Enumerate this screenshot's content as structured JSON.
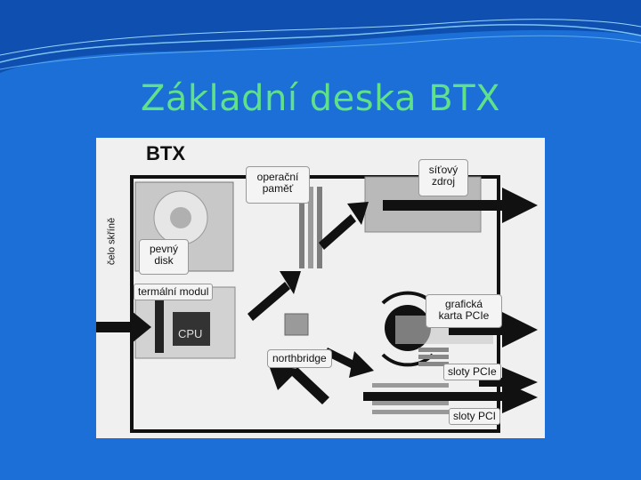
{
  "slide": {
    "title": "Základní deska BTX",
    "colors": {
      "background": "#1c6fd6",
      "title": "#5fe08a"
    }
  },
  "diagram": {
    "heading": "BTX",
    "labels": {
      "operacni_pamet_line1": "operační",
      "operacni_pamet_line2": "paměť",
      "sitovy_zdroj_line1": "síťový",
      "sitovy_zdroj_line2": "zdroj",
      "pevny_disk_line1": "pevný",
      "pevny_disk_line2": "disk",
      "celo_skrine": "čelo skříně",
      "termalni_modul": "termální modul",
      "cpu": "CPU",
      "graficka_karta_line1": "grafická",
      "graficka_karta_line2": "karta PCIe",
      "northbridge": "northbridge",
      "sloty_pcie": "sloty PCIe",
      "sloty_pci": "sloty PCI"
    }
  }
}
